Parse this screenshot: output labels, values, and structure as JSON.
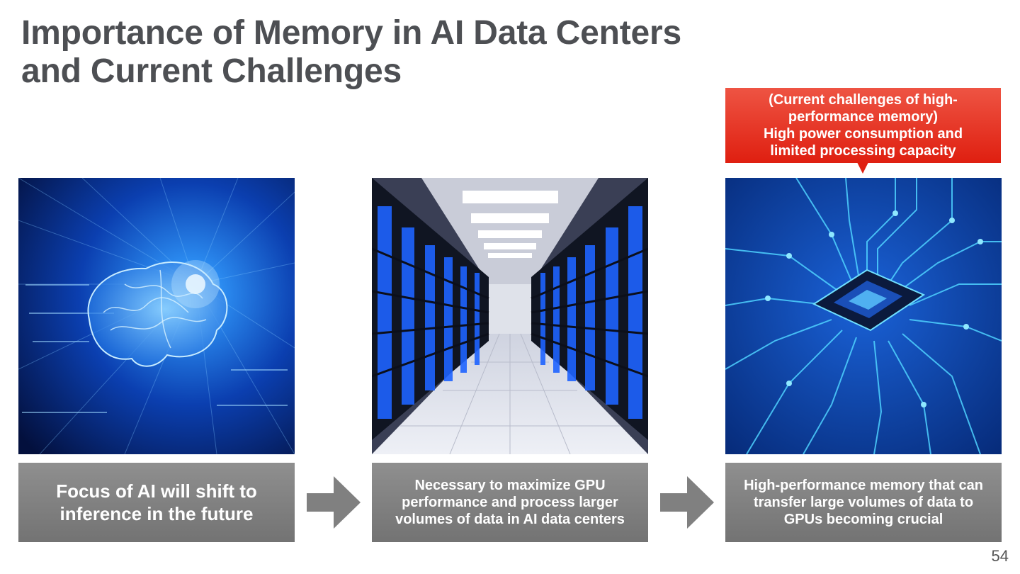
{
  "slide": {
    "title_line1": "Importance of Memory in AI Data Centers",
    "title_line2": "and Current Challenges",
    "page_number": "54"
  },
  "callout": {
    "line1": "(Current challenges of high-",
    "line2": "performance memory)",
    "line3": "High power consumption and",
    "line4": "limited processing capacity"
  },
  "panels": [
    {
      "image": "glowing-brain-image",
      "caption": "Focus of AI will shift to inference in the future"
    },
    {
      "image": "server-room-image",
      "caption": "Necessary to maximize GPU performance and process larger volumes of data in AI data centers"
    },
    {
      "image": "circuit-chip-image",
      "caption": "High-performance memory that can transfer large volumes of data to GPUs becoming crucial"
    }
  ],
  "colors": {
    "title": "#4d4f53",
    "caption_bg": "#808080",
    "callout_bg": "#e53322",
    "arrow": "#808080",
    "image_blue": "#0a3fa8"
  }
}
